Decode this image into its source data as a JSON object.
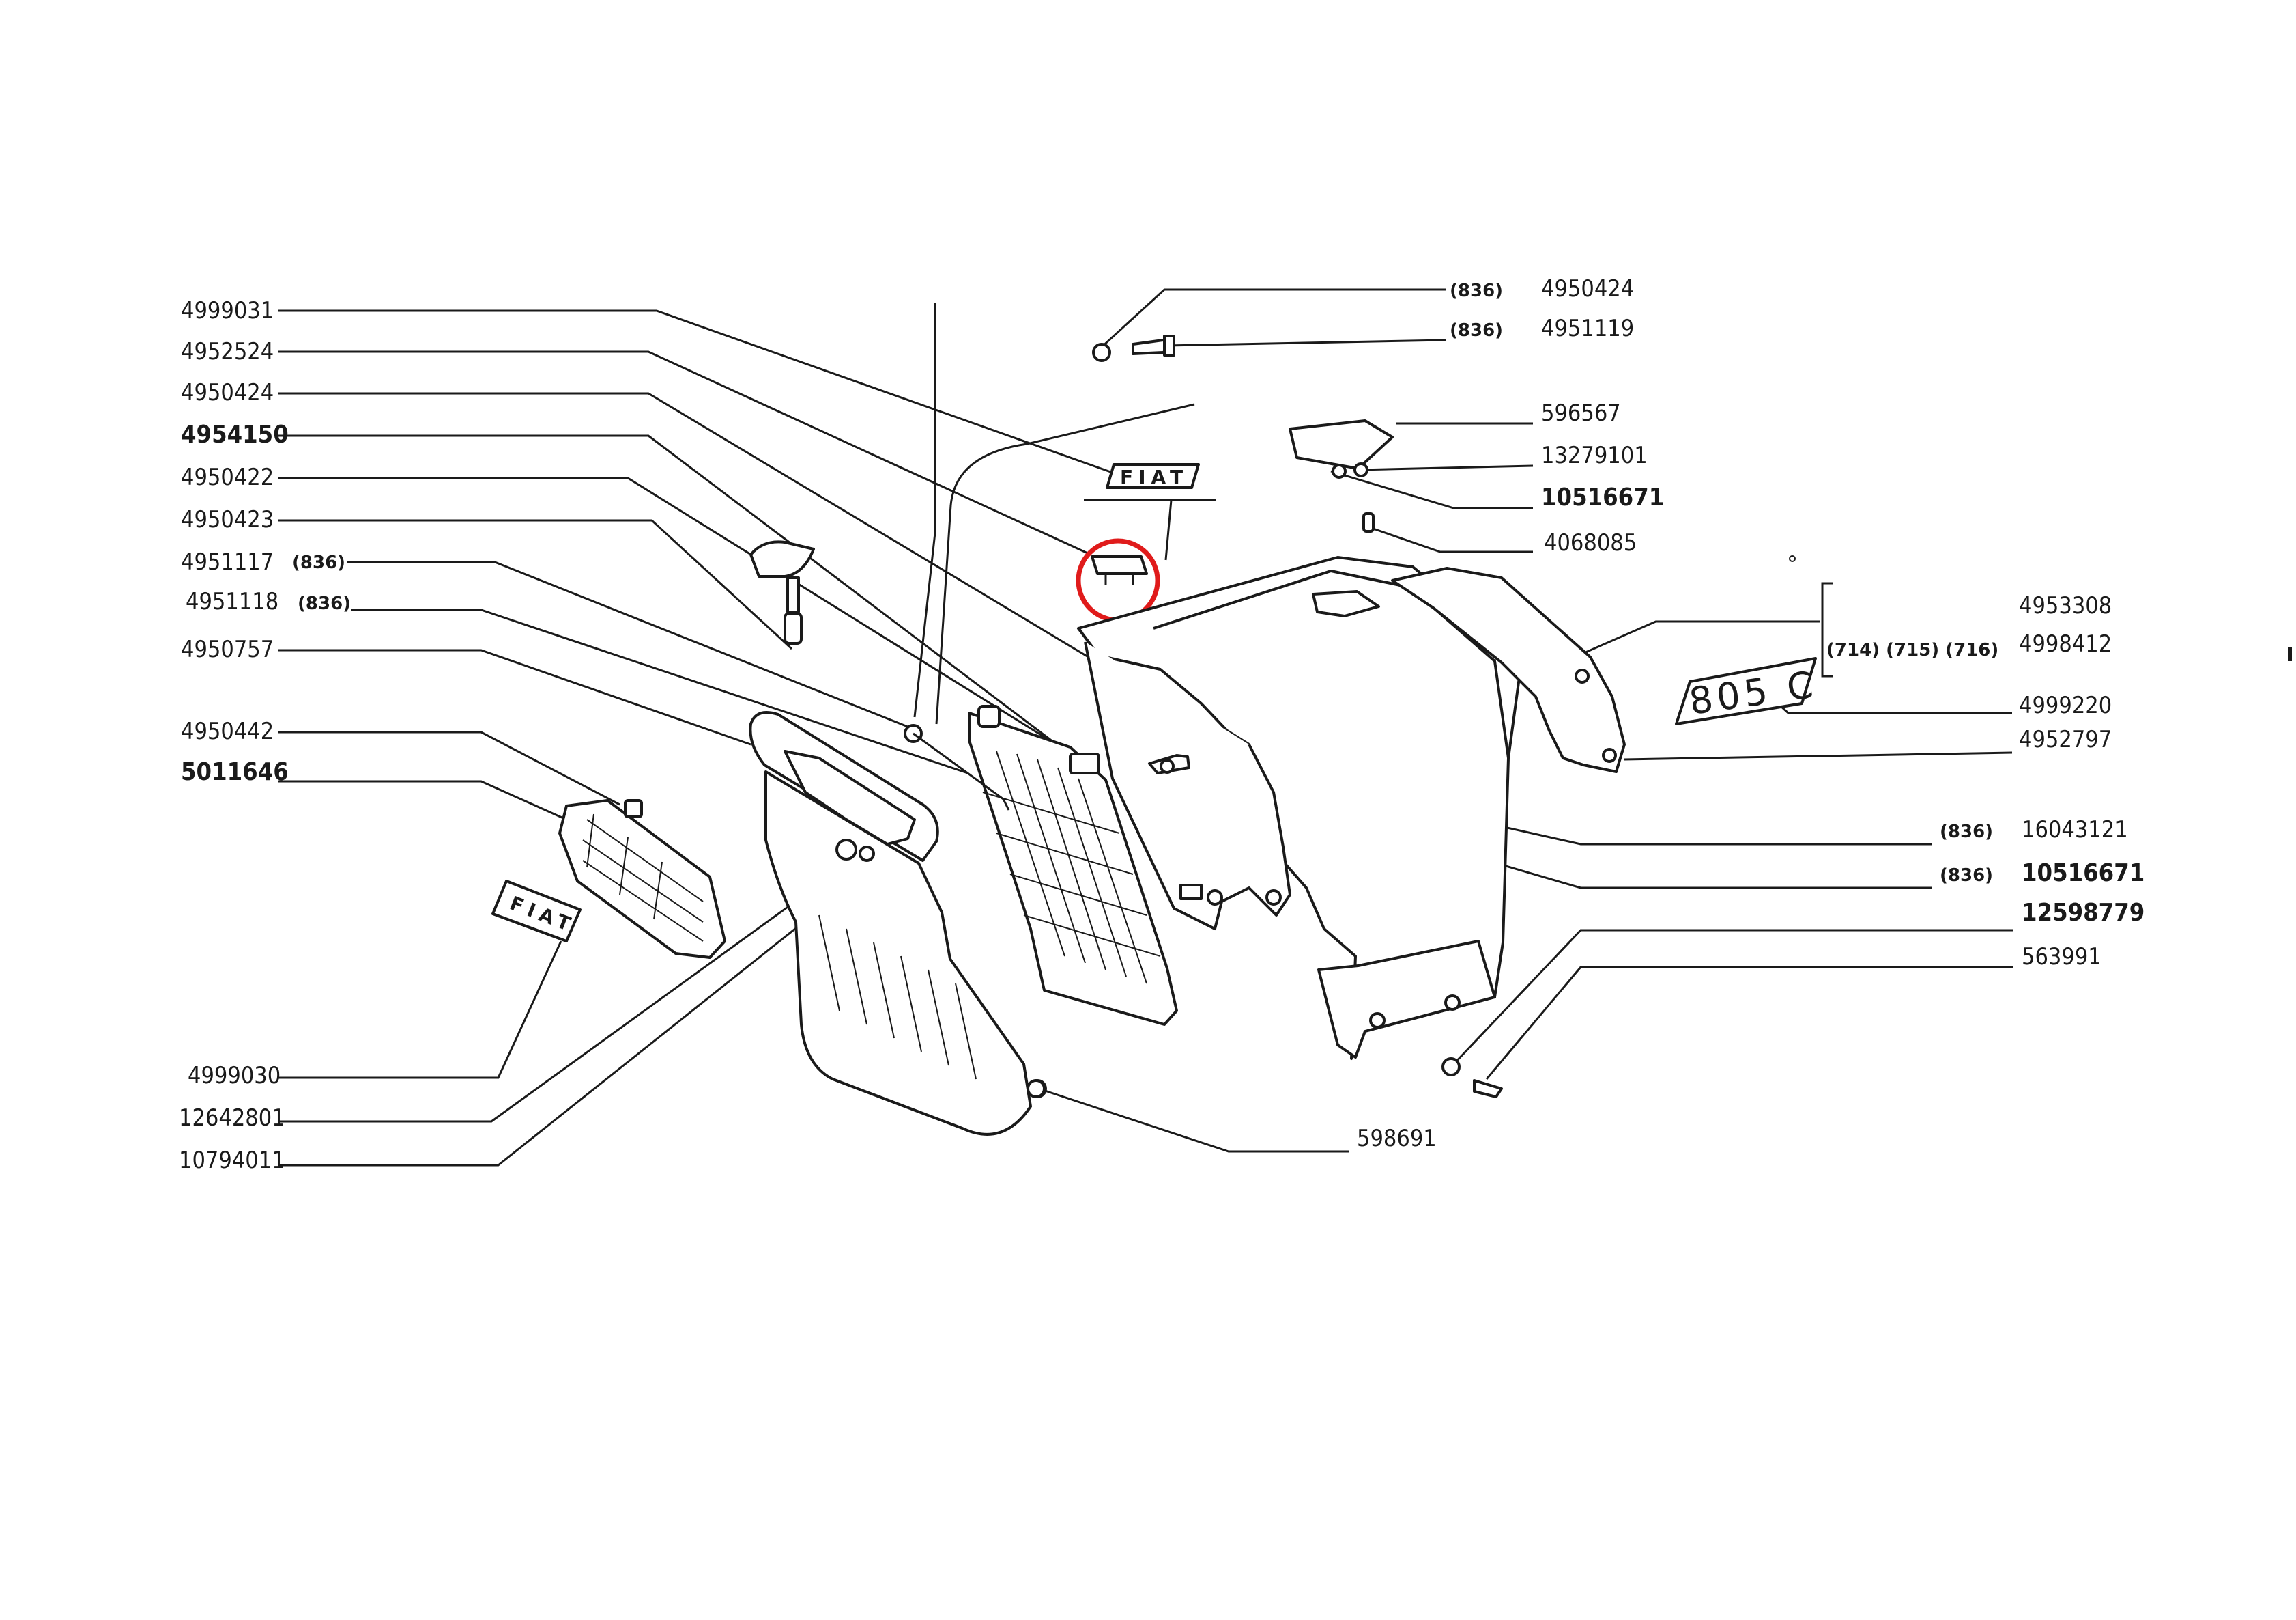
{
  "left_labels": [
    {
      "text": "4999031",
      "tag": "",
      "bold": false
    },
    {
      "text": "4952524",
      "tag": "",
      "bold": false
    },
    {
      "text": "4950424",
      "tag": "",
      "bold": false
    },
    {
      "text": "4954150",
      "tag": "",
      "bold": true
    },
    {
      "text": "4950422",
      "tag": "",
      "bold": false
    },
    {
      "text": "4950423",
      "tag": "",
      "bold": false
    },
    {
      "text": "4951117",
      "tag": "(836)",
      "bold": false
    },
    {
      "text": "4951118",
      "tag": "(836)",
      "bold": false
    },
    {
      "text": "4950757",
      "tag": "",
      "bold": false
    },
    {
      "text": "4950442",
      "tag": "",
      "bold": false
    },
    {
      "text": "5011646",
      "tag": "",
      "bold": true
    }
  ],
  "bottom_left_labels": [
    {
      "text": "4999030",
      "bold": false
    },
    {
      "text": "12642801",
      "bold": false
    },
    {
      "text": "10794011",
      "bold": false
    }
  ],
  "bottom_center_label": {
    "text": "598691"
  },
  "right_top_labels": [
    {
      "text": "4950424",
      "tag": "(836)",
      "bold": false
    },
    {
      "text": "4951119",
      "tag": "(836)",
      "bold": false
    },
    {
      "text": "596567",
      "tag": "",
      "bold": false
    },
    {
      "text": "13279101",
      "tag": "",
      "bold": false
    },
    {
      "text": "10516671",
      "tag": "",
      "bold": true
    },
    {
      "text": "4068085",
      "tag": "",
      "bold": false
    }
  ],
  "right_group": {
    "labels": [
      "4953308",
      "4998412"
    ],
    "variants": "(714) (715) (716)"
  },
  "right_mid_labels": [
    {
      "text": "4999220",
      "tag": "",
      "bold": false
    },
    {
      "text": "4952797",
      "tag": "",
      "bold": false
    },
    {
      "text": "16043121",
      "tag": "(836)",
      "bold": false
    },
    {
      "text": "10516671",
      "tag": "(836)",
      "bold": true
    },
    {
      "text": "12598779",
      "tag": "",
      "bold": true
    },
    {
      "text": "563991",
      "tag": "",
      "bold": false
    }
  ],
  "badges": {
    "fiat_top": "FIAT",
    "fiat_grille": "FIAT",
    "model": "805 C"
  }
}
